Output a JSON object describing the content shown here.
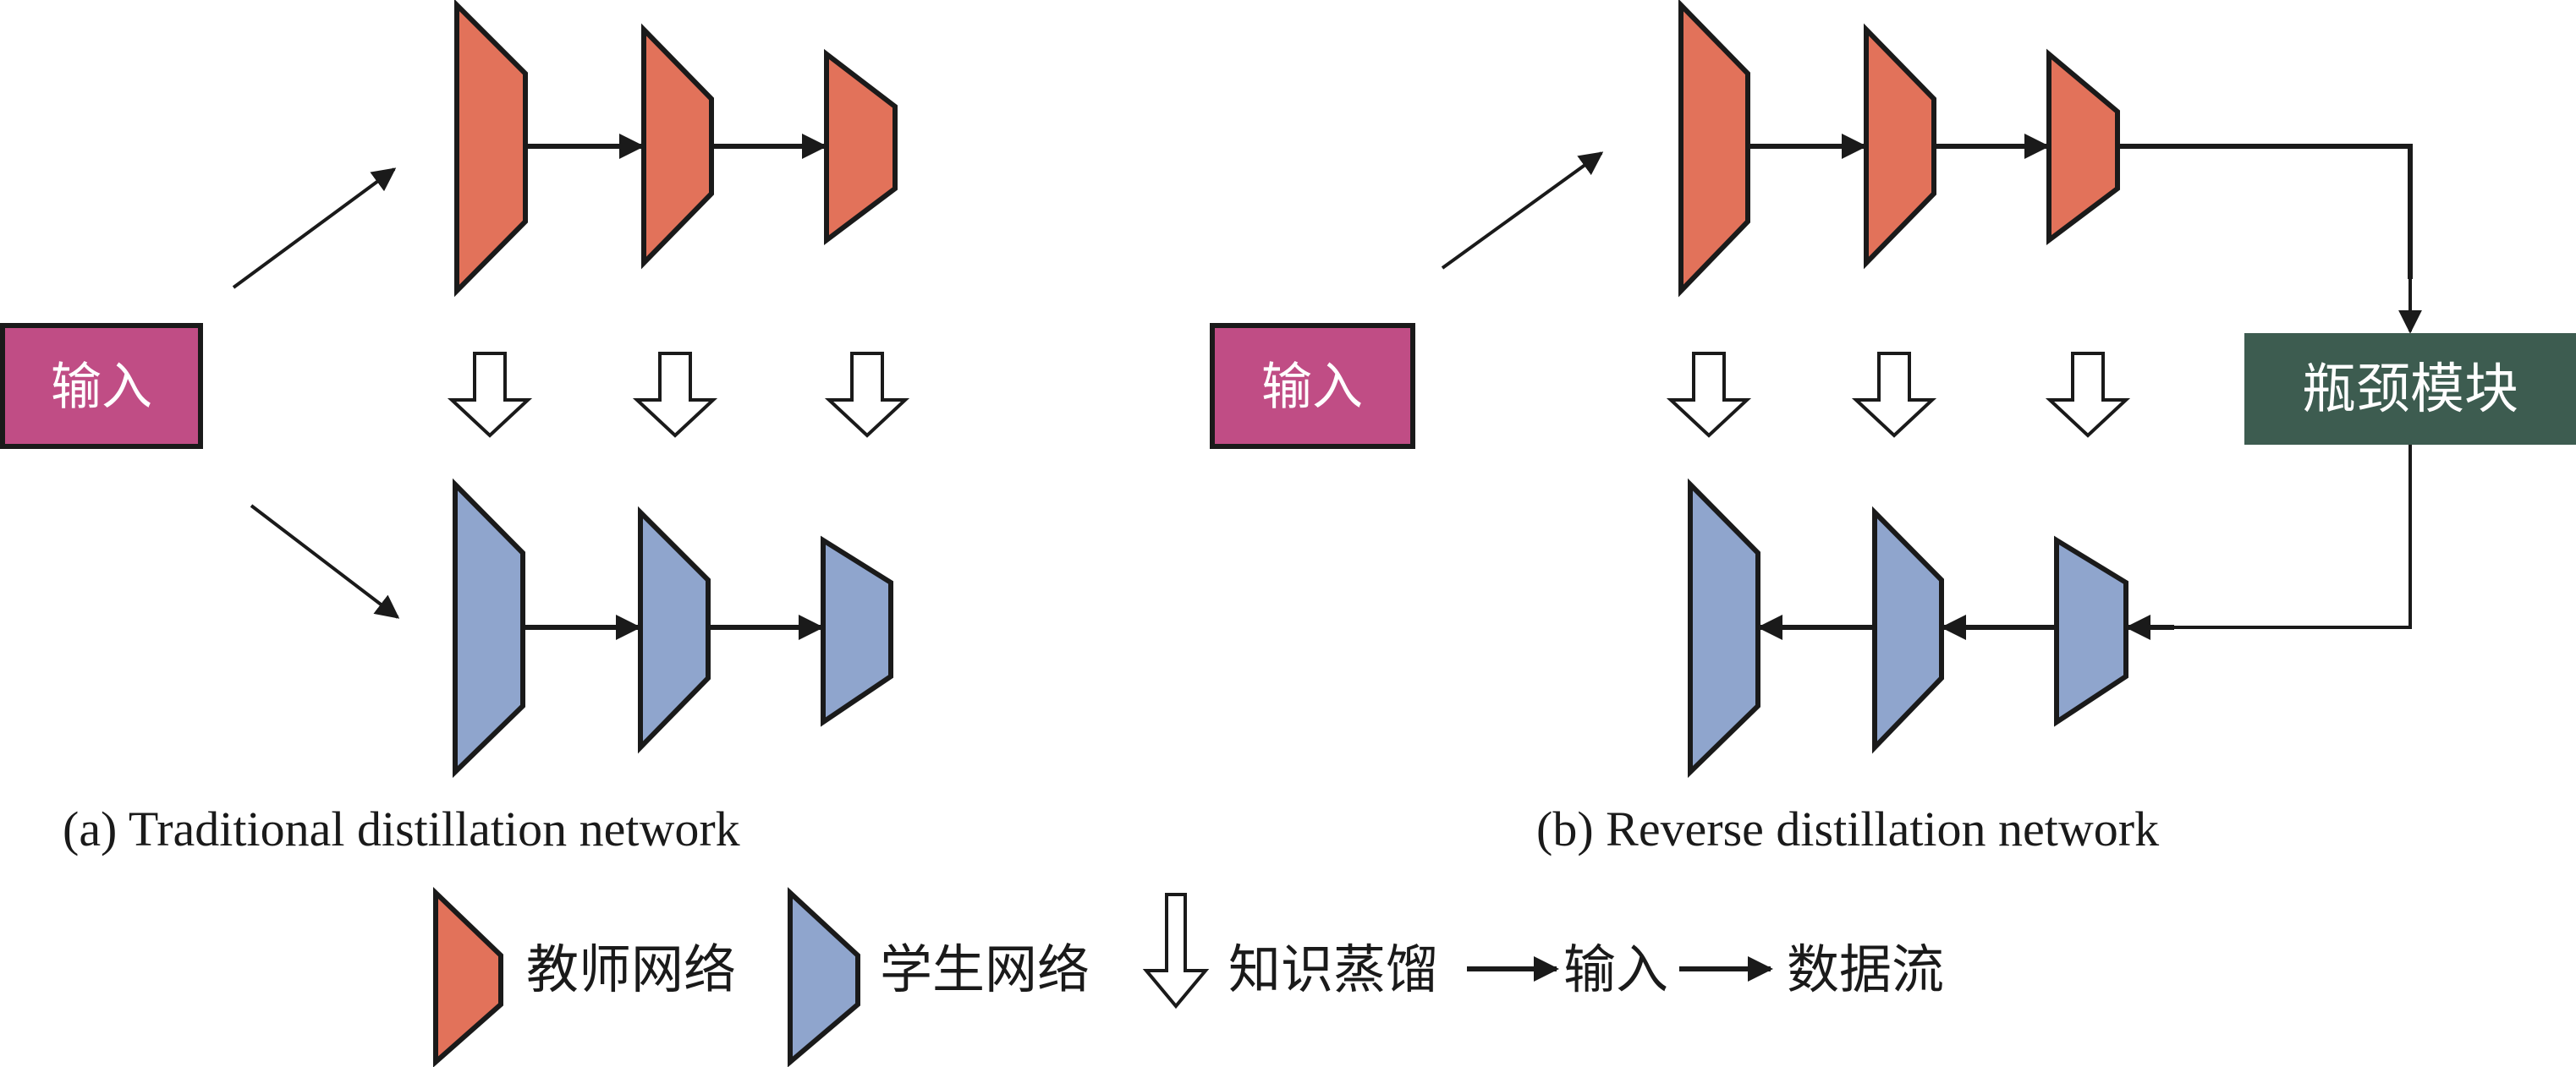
{
  "colors": {
    "teacher": "#e2725a",
    "student": "#8fa5cd",
    "input": "#c04d85",
    "bottleneck": "#3d5c50",
    "line": "#1a1a1a"
  },
  "panel_a": {
    "caption": "(a) Traditional distillation network",
    "input_label": "输入",
    "teacher_stages": 3,
    "student_stages": 3,
    "distillation_links": 3
  },
  "panel_b": {
    "caption": "(b) Reverse distillation network",
    "input_label": "输入",
    "bottleneck_label": "瓶颈模块",
    "teacher_stages": 3,
    "student_stages": 3,
    "distillation_links": 3
  },
  "legend": {
    "teacher": "教师网络",
    "student": "学生网络",
    "distillation": "知识蒸馏",
    "input": "输入",
    "dataflow": "数据流"
  }
}
